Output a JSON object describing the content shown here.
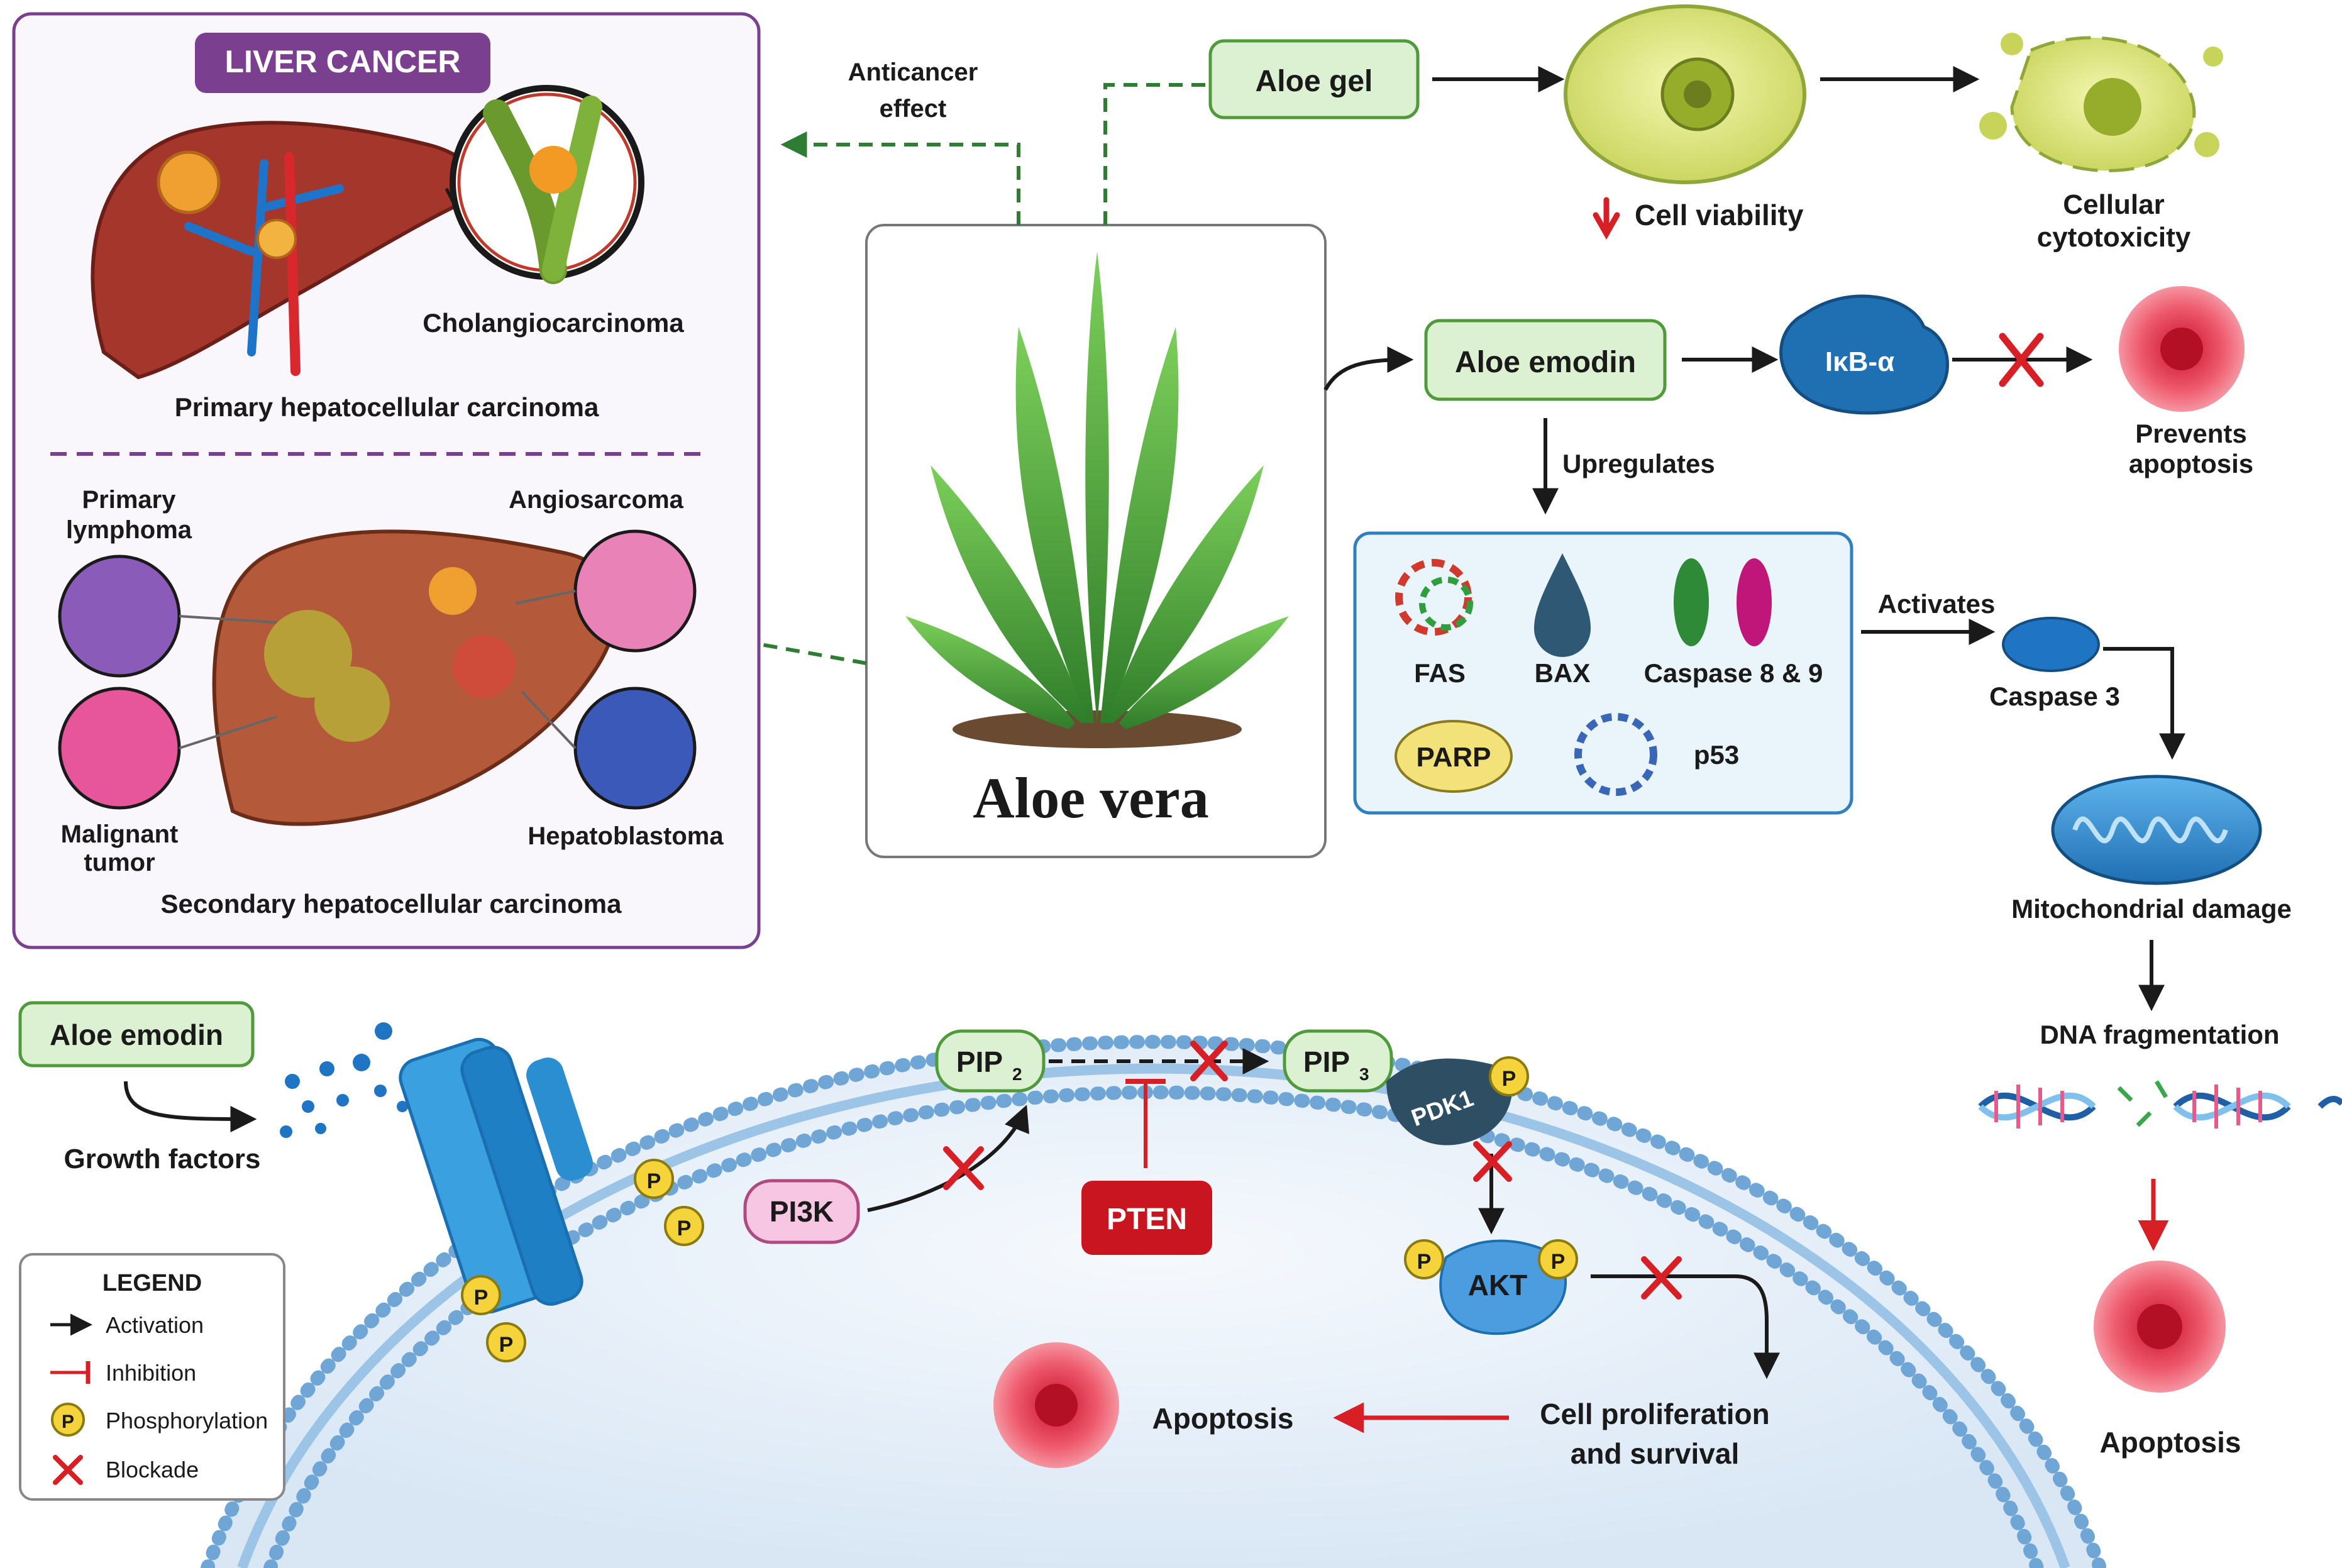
{
  "liver_panel": {
    "title": "LIVER CANCER",
    "primary_detail": "Cholangiocarcinoma",
    "primary_caption": "Primary hepatocellular carcinoma",
    "secondary_types": {
      "lymphoma": [
        "Primary",
        "lymphoma"
      ],
      "angiosarcoma": "Angiosarcoma",
      "malignant": [
        "Malignant",
        "tumor"
      ],
      "hepatoblastoma": "Hepatoblastoma"
    },
    "secondary_caption": "Secondary hepatocellular carcinoma"
  },
  "center": {
    "plant_label": "Aloe vera",
    "anticancer_label": [
      "Anticancer",
      "effect"
    ]
  },
  "aloe_gel_branch": {
    "node": "Aloe gel",
    "viability": "Cell viability",
    "cytotoxicity": [
      "Cellular",
      "cytotoxicity"
    ]
  },
  "aloe_emodin_branch": {
    "node": "Aloe emodin",
    "target": "IκB-α",
    "outcome": [
      "Prevents",
      "apoptosis"
    ],
    "upregulates_label": "Upregulates",
    "proteins": {
      "fas": "FAS",
      "bax": "BAX",
      "caspase89": "Caspase 8 & 9",
      "parp": "PARP",
      "p53": "p53"
    },
    "activates_label": "Activates",
    "caspase3": "Caspase 3",
    "mito": "Mitochondrial damage",
    "dna": "DNA fragmentation",
    "final": "Apoptosis"
  },
  "cell_pathway": {
    "aloe_emodin": "Aloe emodin",
    "growth_factors": "Growth factors",
    "pip2": "PIP",
    "pip2_sub": "2",
    "pip3": "PIP",
    "pip3_sub": "3",
    "pi3k": "PI3K",
    "pten": "PTEN",
    "pdk1": "PDK1",
    "akt": "AKT",
    "phospho": "P",
    "proliferation": [
      "Cell proliferation",
      "and survival"
    ],
    "apoptosis": "Apoptosis"
  },
  "legend": {
    "title": "LEGEND",
    "items": [
      "Activation",
      "Inhibition",
      "Phosphorylation",
      "Blockade"
    ],
    "p_glyph": "P"
  },
  "colors": {
    "node_green": "#dcf0d2",
    "node_green_border": "#4f9a3a",
    "panel_purple": "#7a3f8e",
    "dashed_green": "#2e7d32",
    "block_red": "#d81f26",
    "cell_fill": "#e3eef8",
    "membrane_blue": "#6fa6d6"
  }
}
